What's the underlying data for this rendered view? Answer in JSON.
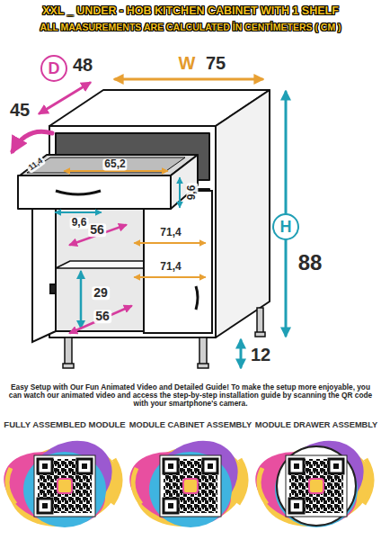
{
  "diagram": {
    "title": "XXL _ UNDER - HOB KITCHEN CABINET WITH 1 SHELF",
    "nodes": [
      {
        "text": [
          "D"
        ]
      },
      {
        "text": [
          "H"
        ]
      }
    ],
    "labels": [
      "ALL MAASUREMENTS ARE CALCULATED İN CENTİMETERS ( CM )",
      "48",
      "W",
      "75",
      "45",
      "11,4",
      "65,2",
      "9,6",
      "9,6",
      "56",
      "71,4",
      "88",
      "29",
      "71,4",
      "56",
      "12",
      "Easy Setup with Our Fun Animated Video and Detailed Guide! To make the setup more enjoyable, you can watch our animated video and access the step-by-step installation guide by scanning the QR code with your smartphone's camera.",
      "FULLY ASSEMBLED MODULE",
      "MODULE CABINET ASSEMBLY",
      "MODULE DRAWER ASSEMBLY"
    ]
  }
}
